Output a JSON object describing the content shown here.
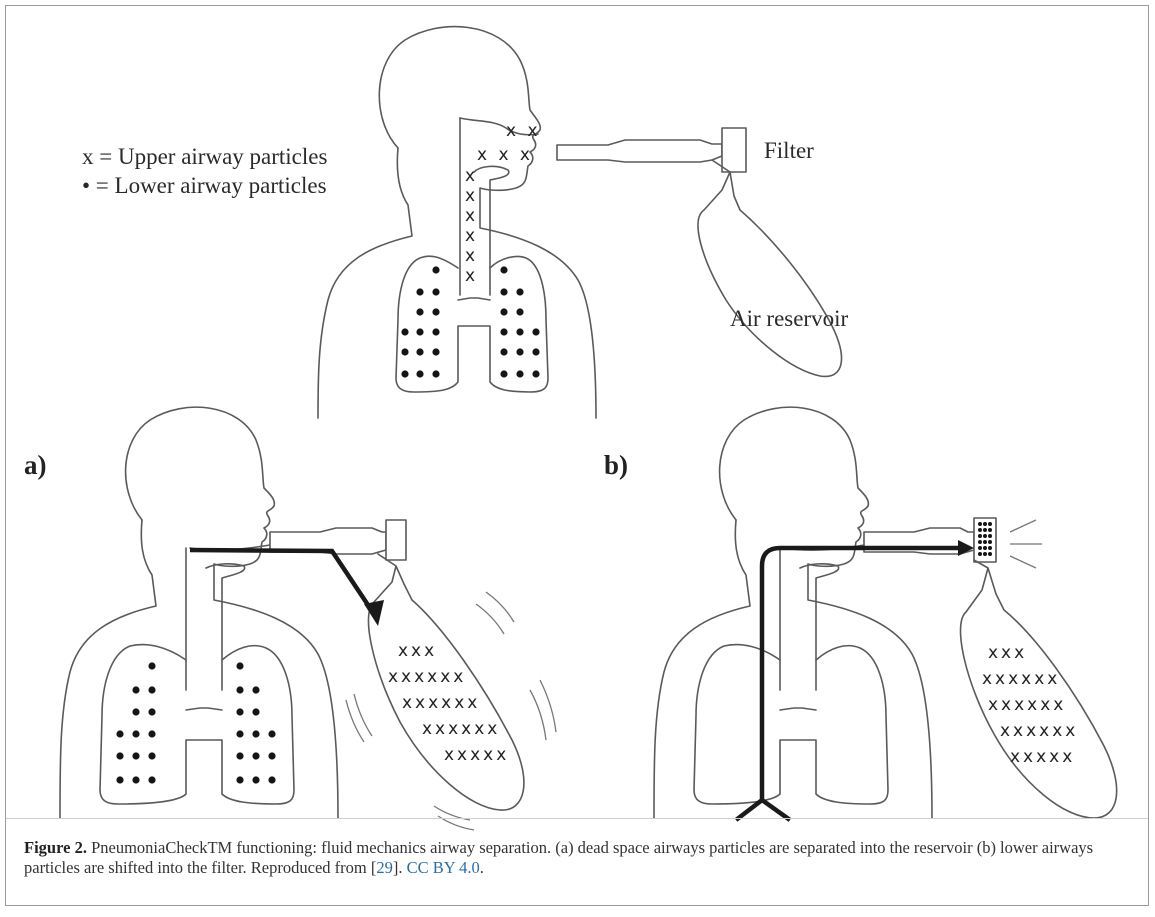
{
  "figure": {
    "legend": {
      "upper_symbol": "x",
      "upper_text": "x = Upper airway particles",
      "lower_text": "• = Lower airway particles"
    },
    "labels": {
      "filter": "Filter",
      "reservoir": "Air reservoir",
      "panel_a": "a)",
      "panel_b": "b)"
    },
    "upper_x_rows": [
      "x x",
      "x x x"
    ],
    "reservoir_rows": [
      "xxx",
      "xxxxxx",
      "xxxxxx",
      "xxxxxx",
      "xxxxx"
    ]
  },
  "caption": {
    "label": "Figure 2.",
    "text_1": " PneumoniaCheckTM functioning: fluid mechanics airway separation. (a) dead space airways particles are separated into the reservoir (b) lower airways particles are shifted into the filter. Reproduced from [",
    "ref": "29",
    "text_2": "]. ",
    "license": "CC BY 4.0",
    "text_3": "."
  }
}
